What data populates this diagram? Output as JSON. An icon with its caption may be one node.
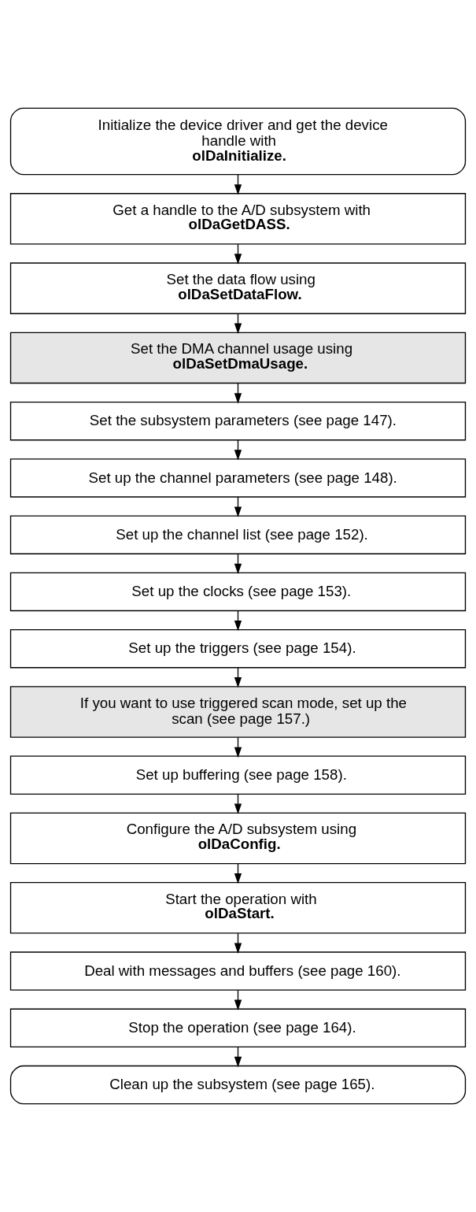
{
  "diagram": {
    "nodes": [
      {
        "text": [
          "Initialize the device driver and get the device handle with **olDaInitialize**."
        ]
      },
      {
        "text": [
          "Get a handle to the A/D subsystem with **olDaGetDASS**."
        ]
      },
      {
        "text": [
          "Set the data flow using **olDaSetDataFlow**."
        ]
      },
      {
        "text": [
          "Set the DMA channel usage using **olDaSetDmaUsage**."
        ]
      },
      {
        "text": [
          "Set the subsystem parameters (see page 147)."
        ]
      },
      {
        "text": [
          "Set up the channel parameters (see page 148)."
        ]
      },
      {
        "text": [
          "Set up the channel list (see page 152)."
        ]
      },
      {
        "text": [
          "Set up the clocks (see page 153)."
        ]
      },
      {
        "text": [
          "Set up the triggers (see page 154)."
        ]
      },
      {
        "text": [
          "If you want to use triggered scan mode, set up the scan (see page 157.)"
        ]
      },
      {
        "text": [
          "Set up buffering (see page 158)."
        ]
      },
      {
        "text": [
          "Configure the A/D subsystem using **olDaConfig**."
        ]
      },
      {
        "text": [
          "Start the operation with **olDaStart**."
        ]
      },
      {
        "text": [
          "Deal with messages and buffers (see page 160)."
        ]
      },
      {
        "text": [
          "Stop the operation (see page 164)."
        ]
      },
      {
        "text": [
          "Clean up the subsystem (see page 165)."
        ]
      }
    ],
    "edges": [
      {
        "from": 0,
        "to": 1,
        "arrow": "to"
      },
      {
        "from": 1,
        "to": 2,
        "arrow": "to"
      },
      {
        "from": 2,
        "to": 3,
        "arrow": "to"
      },
      {
        "from": 3,
        "to": 4,
        "arrow": "to"
      },
      {
        "from": 4,
        "to": 5,
        "arrow": "to"
      },
      {
        "from": 5,
        "to": 6,
        "arrow": "to"
      },
      {
        "from": 6,
        "to": 7,
        "arrow": "to"
      },
      {
        "from": 7,
        "to": 8,
        "arrow": "to"
      },
      {
        "from": 8,
        "to": 9,
        "arrow": "to"
      },
      {
        "from": 9,
        "to": 10,
        "arrow": "to"
      },
      {
        "from": 10,
        "to": 11,
        "arrow": "to"
      },
      {
        "from": 11,
        "to": 12,
        "arrow": "to"
      },
      {
        "from": 12,
        "to": 13,
        "arrow": "to"
      },
      {
        "from": 13,
        "to": 14,
        "arrow": "to"
      },
      {
        "from": 14,
        "to": 15,
        "arrow": "to"
      }
    ]
  }
}
